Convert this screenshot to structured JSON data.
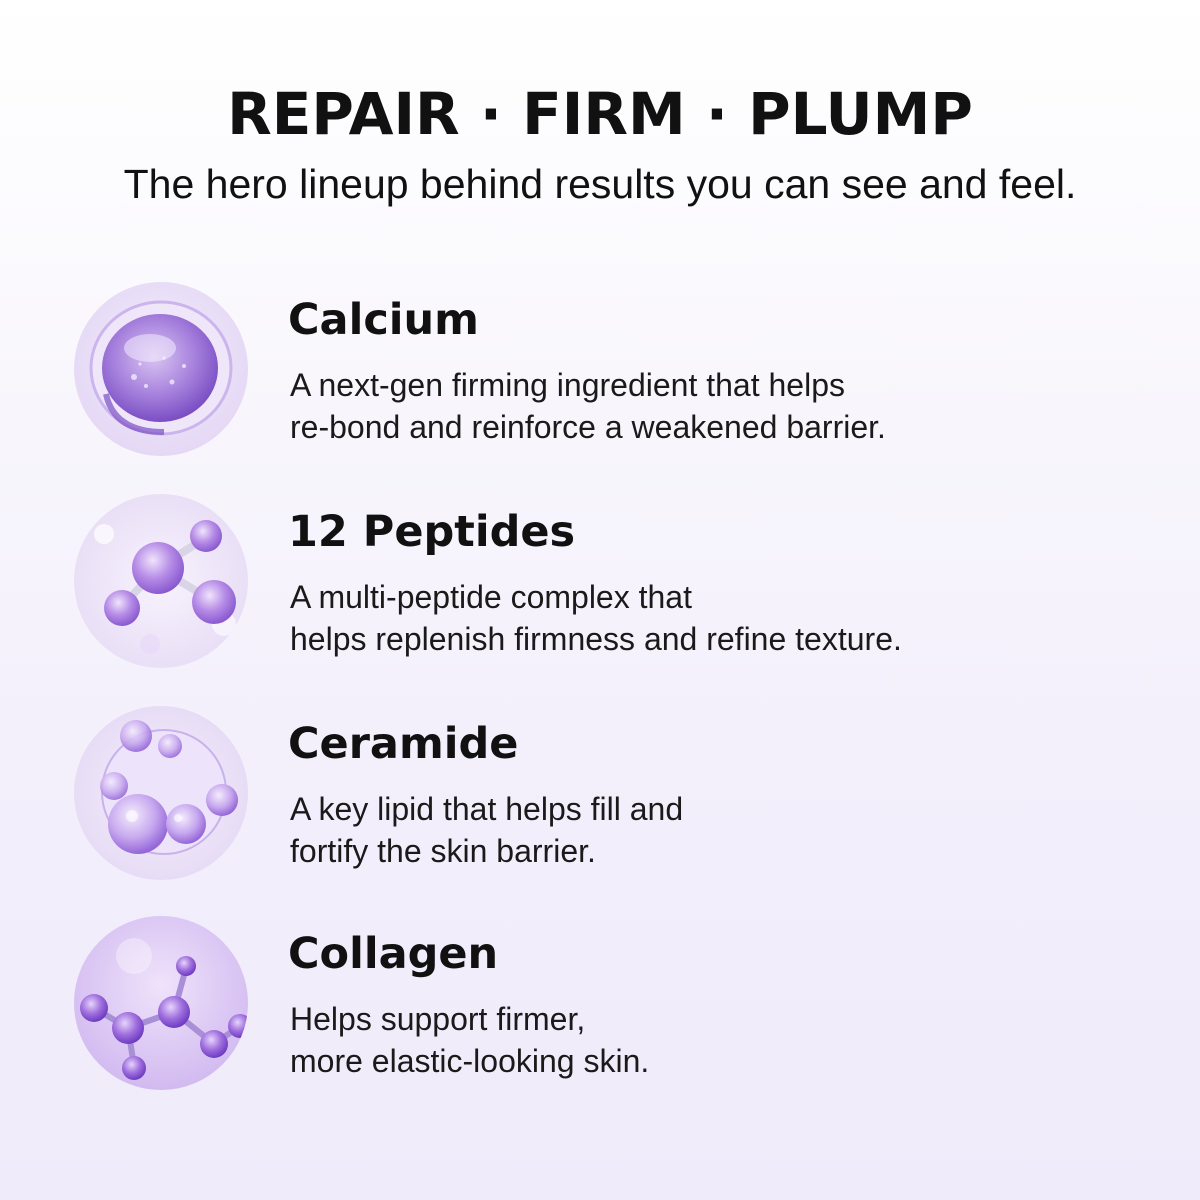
{
  "header": {
    "headline": "REPAIR · FIRM · PLUMP",
    "subhead": "The hero lineup behind results you can see and feel."
  },
  "ingredients": [
    {
      "title": "Calcium",
      "desc_line1": "A next-gen firming ingredient that helps",
      "desc_line2": "re-bond and reinforce a weakened barrier.",
      "image": "calcium-droplet-image"
    },
    {
      "title": "12 Peptides",
      "desc_line1": "A multi-peptide complex that",
      "desc_line2": "helps replenish firmness and refine texture.",
      "image": "peptide-molecule-image"
    },
    {
      "title": "Ceramide",
      "desc_line1": "A key lipid that helps fill and",
      "desc_line2": "fortify the skin barrier.",
      "image": "ceramide-bubbles-image"
    },
    {
      "title": "Collagen",
      "desc_line1": "Helps support firmer,",
      "desc_line2": "more elastic-looking skin.",
      "image": "collagen-molecule-image"
    }
  ],
  "colors": {
    "accent_purple": "#9b6bd6",
    "light_purple": "#e6dcf5",
    "text": "#111111"
  }
}
